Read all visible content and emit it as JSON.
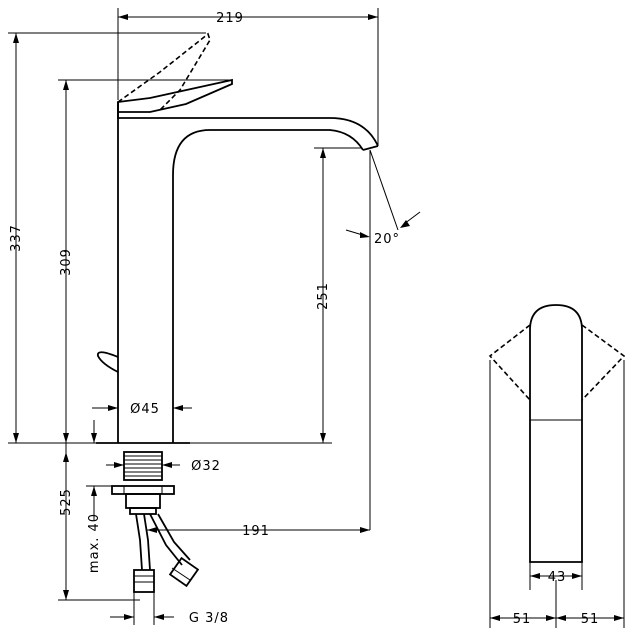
{
  "dimensions": {
    "width_overall": "219",
    "height_overall": "337",
    "height_to_lever": "309",
    "spout_height": "251",
    "spray_angle": "20°",
    "body_diameter": "Ø45",
    "thread_diameter": "Ø32",
    "below_counter": "525",
    "max_thickness": "max. 40",
    "projection": "191",
    "connection": "G 3/8",
    "lever_width": "43",
    "swing_left": "51",
    "swing_right": "51"
  }
}
